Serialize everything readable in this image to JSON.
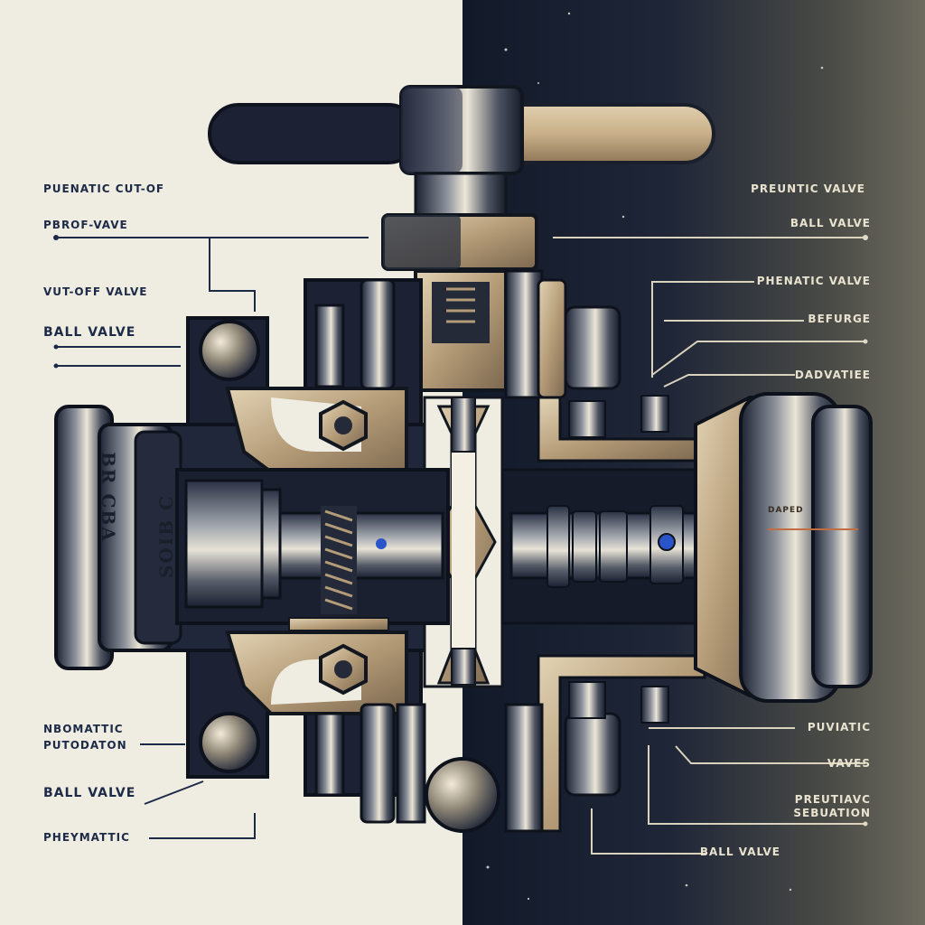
{
  "labels": {
    "left": [
      "PUENATIC CUT-OF",
      "PBROF-VAVE",
      "VUT-OFF VALVE",
      "BALL VALVE",
      "NBOMATTIC",
      "PUTODATON",
      "BALL VALVE",
      "PHEYMATTIC"
    ],
    "right": [
      "PREUNTIC VALVE",
      "BALL VALVE",
      "PHENATIC VALVE",
      "BEFURGE",
      "DADVATIEE",
      "PUVIATIC",
      "VAVES",
      "PREUTIAVC",
      "SEBUATION",
      "BALL VALVE"
    ]
  },
  "engraving": {
    "body_top": "BR CBA",
    "body_bottom": "SOIB C",
    "flange_right": "DAPED"
  },
  "colors": {
    "left_background": "#efece2",
    "right_background": "#1f2637",
    "metal_dark": "#20293b",
    "metal_light": "#d8cdb5",
    "bronze": "#b59c78",
    "accent_blue": "#2a55c8"
  }
}
